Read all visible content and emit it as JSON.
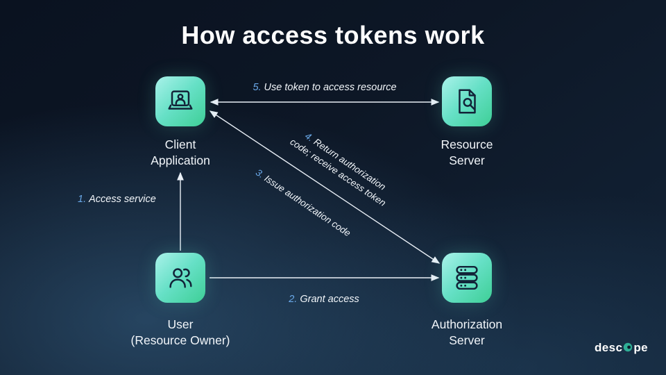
{
  "title": "How access tokens work",
  "nodes": {
    "client": {
      "line1": "Client",
      "line2": "Application"
    },
    "resource": {
      "line1": "Resource",
      "line2": "Server"
    },
    "user": {
      "line1": "User",
      "line2": "(Resource Owner)"
    },
    "auth": {
      "line1": "Authorization",
      "line2": "Server"
    }
  },
  "steps": {
    "s1": {
      "num": "1.",
      "text": "Access service"
    },
    "s2": {
      "num": "2.",
      "text": "Grant access"
    },
    "s3": {
      "num": "3.",
      "text": "Issue authorization code"
    },
    "s4": {
      "num": "4.",
      "line1": "Return authorization",
      "line2": "code; receive access token"
    },
    "s5": {
      "num": "5.",
      "text": "Use token to access resource"
    }
  },
  "logo": {
    "part1": "desc",
    "part2": "pe"
  },
  "colors": {
    "step_number": "#6aa9e9",
    "icon_gradient_start": "#a9f2ea",
    "icon_gradient_end": "#3ecf96",
    "arrow": "#e9eff6",
    "background_dark": "#0a1220"
  }
}
